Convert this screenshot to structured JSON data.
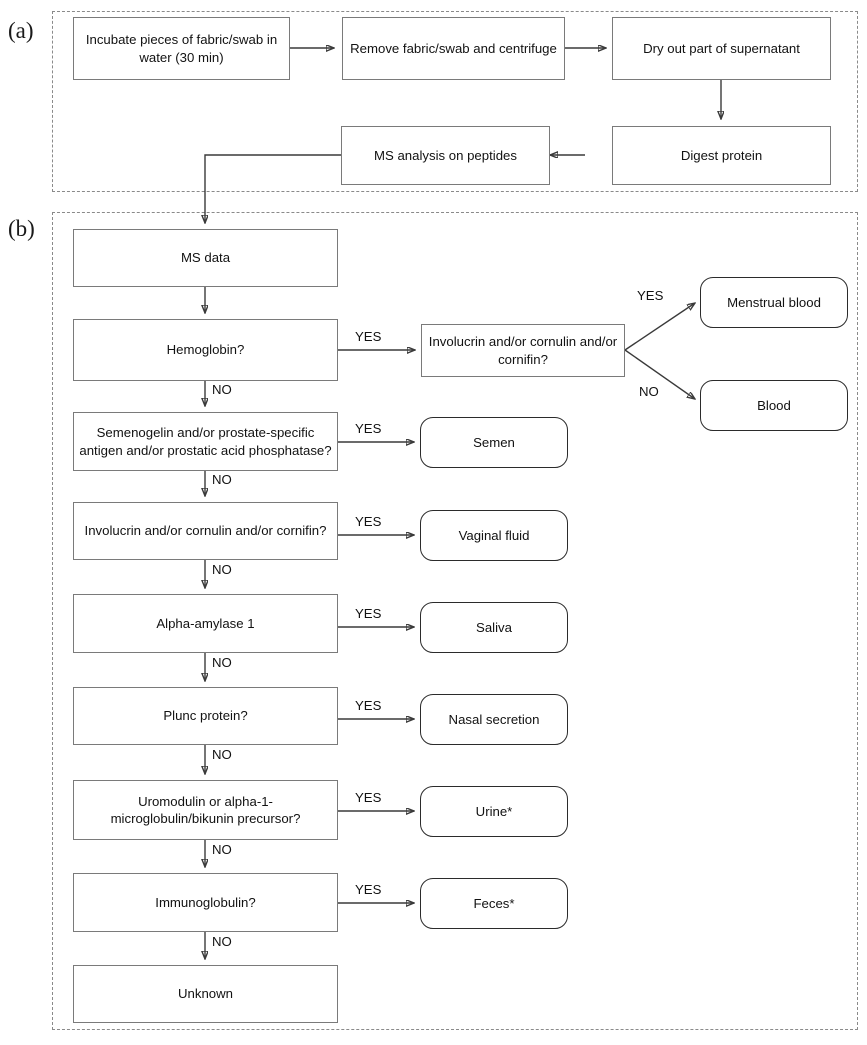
{
  "figure": {
    "panels": [
      {
        "id": "a",
        "label": "(a)"
      },
      {
        "id": "b",
        "label": "(b)"
      }
    ]
  },
  "panel_a": {
    "nodes": [
      {
        "name": "incubate",
        "text": "Incubate pieces of fabric/swab in water (30 min)"
      },
      {
        "name": "remove-centrifuge",
        "text": "Remove fabric/swab and centrifuge"
      },
      {
        "name": "dry-supernatant",
        "text": "Dry out part of supernatant"
      },
      {
        "name": "digest-protein",
        "text": "Digest protein"
      },
      {
        "name": "ms-analysis",
        "text": "MS analysis on peptides"
      }
    ]
  },
  "panel_b": {
    "start": {
      "name": "ms-data",
      "text": "MS data"
    },
    "decisions": [
      {
        "name": "hemoglobin",
        "text": "Hemoglobin?",
        "yes_label": "YES",
        "no_label": "NO"
      },
      {
        "name": "semenogelin",
        "text": "Semenogelin and/or prostate-specific antigen and/or prostatic acid phosphatase?",
        "yes_label": "YES",
        "no_label": "NO"
      },
      {
        "name": "involucrin-main",
        "text": "Involucrin and/or cornulin and/or cornifin?",
        "yes_label": "YES",
        "no_label": "NO"
      },
      {
        "name": "alpha-amylase",
        "text": "Alpha-amylase 1",
        "yes_label": "YES",
        "no_label": "NO"
      },
      {
        "name": "plunc",
        "text": "Plunc protein?",
        "yes_label": "YES",
        "no_label": "NO"
      },
      {
        "name": "uromodulin",
        "text": "Uromodulin or alpha-1-microglobulin/bikunin precursor?",
        "yes_label": "YES",
        "no_label": "NO"
      },
      {
        "name": "immunoglobulin",
        "text": "Immunoglobulin?",
        "yes_label": "YES",
        "no_label": "NO"
      }
    ],
    "branch": {
      "name": "involucrin-branch",
      "text": "Involucrin and/or cornulin and/or cornifin?",
      "yes_label": "YES",
      "no_label": "NO",
      "yes_result": "Menstrual blood",
      "no_result": "Blood"
    },
    "results": [
      {
        "name": "menstrual-blood",
        "text": "Menstrual blood"
      },
      {
        "name": "blood",
        "text": "Blood"
      },
      {
        "name": "semen",
        "text": "Semen"
      },
      {
        "name": "vaginal-fluid",
        "text": "Vaginal fluid"
      },
      {
        "name": "saliva",
        "text": "Saliva"
      },
      {
        "name": "nasal-secretion",
        "text": "Nasal secretion"
      },
      {
        "name": "urine",
        "text": "Urine*"
      },
      {
        "name": "feces",
        "text": "Feces*"
      }
    ],
    "terminal": {
      "name": "unknown",
      "text": "Unknown"
    }
  },
  "colors": {
    "box_border": "#7a7a7a",
    "round_border": "#2b2b2b",
    "panel_border": "#8a8a8a",
    "line": "#3a3a3a",
    "text": "#121212",
    "background": "#ffffff"
  }
}
